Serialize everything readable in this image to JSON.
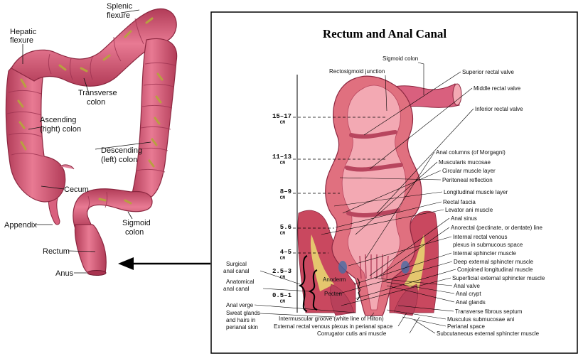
{
  "colon_labels": {
    "splenic": [
      "Splenic",
      "flexure"
    ],
    "hepatic": [
      "Hepatic",
      "flexure"
    ],
    "transverse": [
      "Transverse",
      "colon"
    ],
    "ascending": [
      "Ascending",
      "(right) colon"
    ],
    "descending": [
      "Descending",
      "(left) colon"
    ],
    "cecum": "Cecum",
    "appendix": "Appendix",
    "sigmoid": [
      "Sigmoid",
      "colon"
    ],
    "rectum": "Rectum",
    "anus": "Anus"
  },
  "panel": {
    "title": "Rectum and Anal Canal",
    "top_labels": {
      "sigmoid_colon": "Sigmoid colon",
      "rectosigmoid": "Rectosigmoid junction"
    },
    "depth_marks": [
      {
        "value": "15–17",
        "unit": "CM"
      },
      {
        "value": "11–13",
        "unit": "CM"
      },
      {
        "value": "8–9",
        "unit": "CM"
      },
      {
        "value": "5.6",
        "unit": "CM"
      },
      {
        "value": "4–5",
        "unit": "CM"
      },
      {
        "value": "2.5–3",
        "unit": "CM"
      },
      {
        "value": "0.5–1",
        "unit": "CM"
      }
    ],
    "left_labels": {
      "surgical": [
        "Surgical",
        "anal canal"
      ],
      "anatomical": [
        "Anatomical",
        "anal canal"
      ],
      "anal_verge": "Anal verge",
      "sweat": [
        "Sweat glands",
        "and hairs in",
        "perianal skin"
      ]
    },
    "inner_labels": {
      "anoderm": "Anoderm",
      "pecten": "Pecten"
    },
    "right_labels": [
      "Superior rectal valve",
      "Middle rectal valve",
      "Inferior rectal valve",
      "Anal columns (of Morgagni)",
      "Muscularis mucosae",
      "Circular muscle layer",
      "Peritoneal reflection",
      "Longitudinal muscle layer",
      "Rectal fascia",
      "Levator ani muscle",
      "Anal sinus",
      "Anorectal (pectinate, or dentate) line",
      "Internal rectal venous",
      "plexus in submucous space",
      "Internal sphincter muscle",
      "Deep external sphincter muscle",
      "Conjoined longitudinal muscle",
      "Superficial external sphincter muscle",
      "Anal valve",
      "Anal crypt",
      "Anal glands",
      "Transverse fibrous septum",
      "Musculus submucosae ani",
      "Perianal space",
      "Subcutaneous external sphincter muscle"
    ],
    "bottom_labels": {
      "intermuscular": "Intermuscular groove (white line of Hilton)",
      "external_plexus": "External rectal venous plexus in perianal space",
      "corrugator": "Corrugator cutis ani muscle"
    }
  },
  "colors": {
    "colon_fill": "#d9607e",
    "colon_dark": "#a8334f",
    "taenia": "#b8a040",
    "rectum_wall": "#e0707f",
    "rectum_lumen": "#f3a9b3",
    "muscle": "#c9485f",
    "fat": "#e8d470",
    "border": "#000000"
  }
}
